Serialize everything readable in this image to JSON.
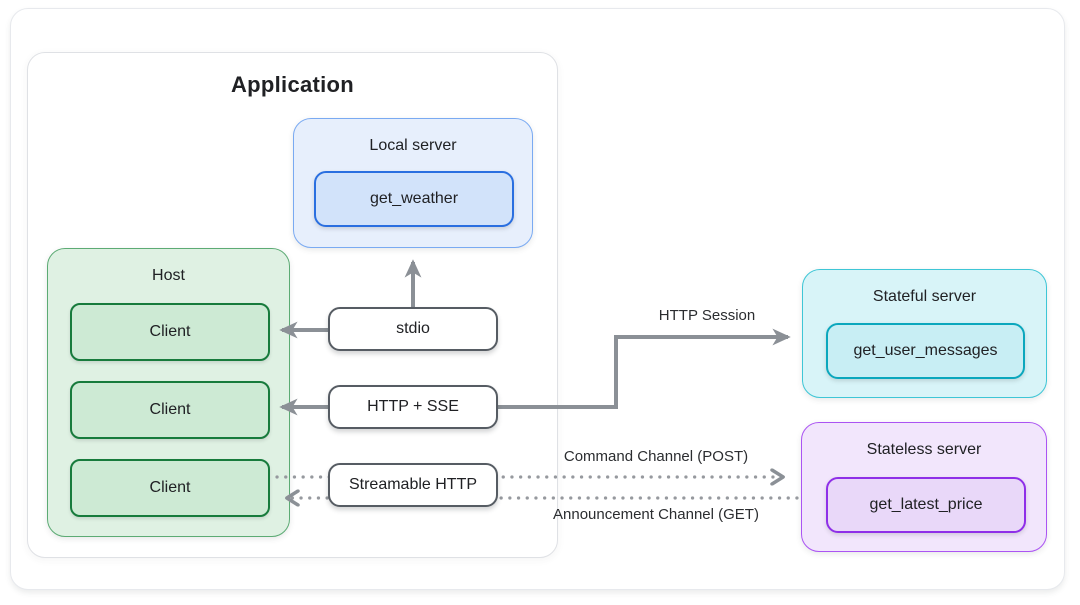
{
  "application": {
    "title": "Application",
    "local_server": {
      "label": "Local server",
      "tool": "get_weather"
    },
    "host": {
      "label": "Host",
      "clients": [
        "Client",
        "Client",
        "Client"
      ]
    },
    "transports": [
      {
        "label": "stdio"
      },
      {
        "label": "HTTP + SSE"
      },
      {
        "label": "Streamable HTTP"
      }
    ]
  },
  "servers": {
    "stateful": {
      "label": "Stateful server",
      "tool": "get_user_messages"
    },
    "stateless": {
      "label": "Stateless server",
      "tool": "get_latest_price"
    }
  },
  "connections": {
    "http_session": "HTTP Session",
    "command_channel": "Command Channel (POST)",
    "announcement_channel": "Announcement Channel (GET)"
  },
  "palette": {
    "blue_fill": "#d2e3fa",
    "blue_border": "#2a6fe0",
    "blue_group_fill": "#e7effc",
    "blue_group_border": "#7aaaf2",
    "green_fill": "#cdead4",
    "green_border": "#177b3c",
    "green_group_fill": "#dff1e3",
    "green_group_border": "#5cab74",
    "cyan_fill": "#c8eef4",
    "cyan_border": "#0ba7bd",
    "cyan_group_fill": "#d8f4f8",
    "cyan_group_border": "#3ec6d6",
    "purple_fill": "#e9d8f9",
    "purple_border": "#8f2fe8",
    "purple_group_fill": "#f2e6fc",
    "purple_group_border": "#ab54f3",
    "wire_gray": "#8b9096",
    "dotted_gray": "#96999e",
    "text": "#202124"
  }
}
